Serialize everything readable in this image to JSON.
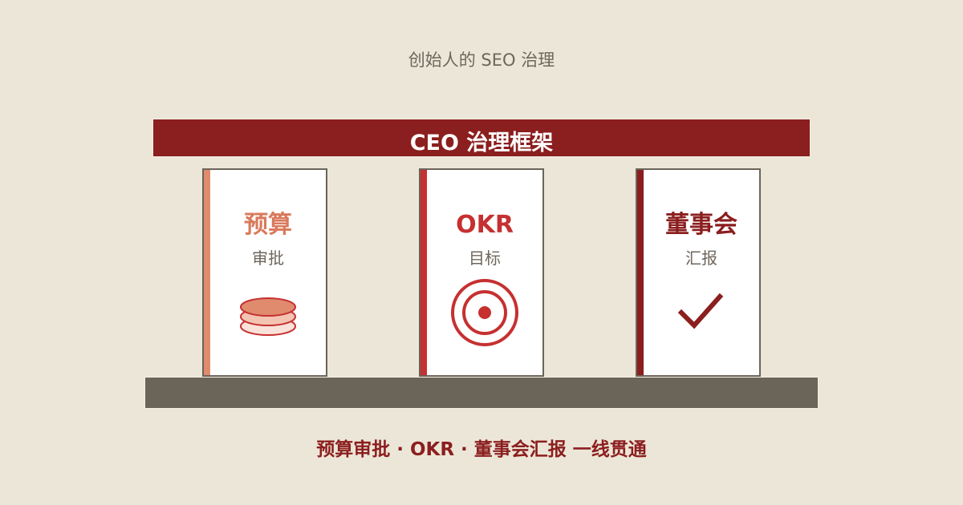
{
  "subtitle": "创始人的 SEO 治理",
  "banner": {
    "title": "CEO 治理框架"
  },
  "pillars": [
    {
      "title": "预算",
      "subtitle": "审批",
      "accent": "#E08A6E",
      "title_color": "#D97A5C",
      "icon": "coin-stack-icon"
    },
    {
      "title": "OKR",
      "subtitle": "目标",
      "accent": "#C63030",
      "title_color": "#C63030",
      "icon": "target-icon"
    },
    {
      "title": "董事会",
      "subtitle": "汇报",
      "accent": "#8B1E1E",
      "title_color": "#8B1E1E",
      "icon": "checkmark-icon"
    }
  ],
  "footer": "预算审批 · OKR · 董事会汇报 一线贯通",
  "colors": {
    "background": "#ECE6D8",
    "banner": "#8B1E1E",
    "base": "#6B6459"
  }
}
